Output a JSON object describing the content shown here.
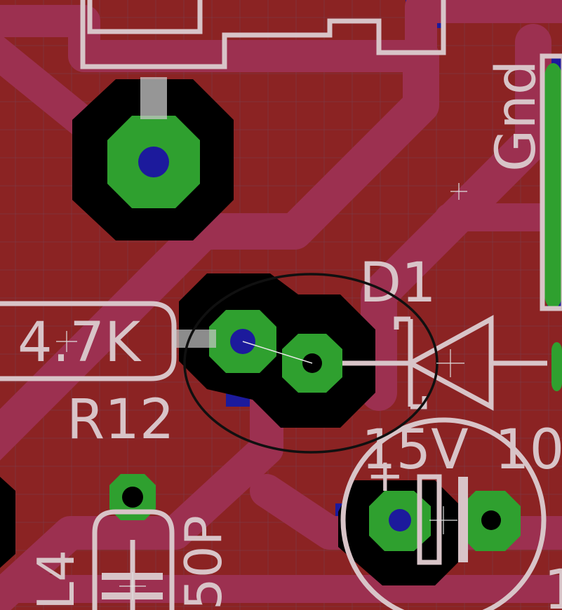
{
  "layers": {
    "copper_top": "#8b2323",
    "copper_trace": "#9c3050",
    "copper_bottom": "#1c1a9c",
    "pad": "#2fa02f",
    "pad_hole": "#1c1a9c",
    "silkscreen": "#d8c4c8",
    "grid": "#7a4050",
    "clearance": "#000000",
    "ratsnest": "#e8e8e8",
    "highlight_ring": "#101010"
  },
  "labels": {
    "r12_value": "4.7K",
    "r12_name": "R12",
    "d1_name": "D1",
    "gnd_label": "Gnd",
    "cap_voltage": "15V",
    "cap_value_partial": "10",
    "cap_plus": "+",
    "partial_left_a": "L4",
    "partial_left_b": "50P",
    "partial_right_edge": "1"
  },
  "icons": {
    "origin_marker": "crosshair-icon"
  }
}
